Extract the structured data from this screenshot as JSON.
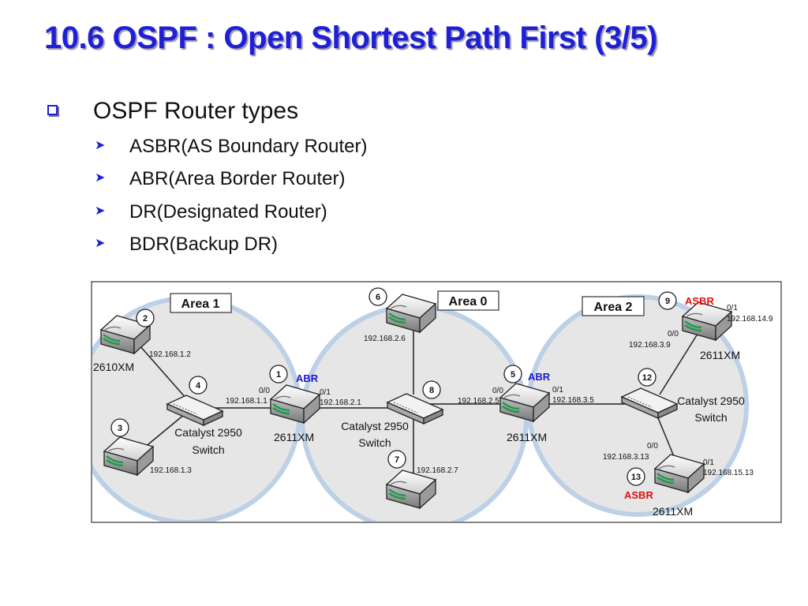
{
  "slide": {
    "title": "10.6 OSPF : Open Shortest Path First (3/5)",
    "bullet": "OSPF Router types",
    "sub_bullets": [
      "ASBR(AS Boundary Router)",
      "ABR(Area Border Router)",
      "DR(Designated Router)",
      "BDR(Backup DR)"
    ]
  },
  "diagram": {
    "areas": [
      "Area 1",
      "Area 0",
      "Area 2"
    ],
    "markers": [
      "1",
      "2",
      "3",
      "4",
      "5",
      "6",
      "7",
      "8",
      "9",
      "12",
      "13"
    ],
    "role_labels": {
      "abr": "ABR",
      "asbr": "ASBR"
    },
    "models": {
      "r2610": "2610XM",
      "r2611": "2611XM"
    },
    "switch_label": [
      "Catalyst 2950",
      "Switch"
    ],
    "ports": {
      "p00": "0/0",
      "p01": "0/1"
    },
    "ips": {
      "r2": "192.168.1.2",
      "r3": "192.168.1.3",
      "r1_00": "192.168.1.1",
      "r1_01": "192.168.2.1",
      "r6": "192.168.2.6",
      "r7": "192.168.2.7",
      "r5_00": "192.168.2.5",
      "r5_01": "192.168.3.5",
      "r9_00": "192.168.3.9",
      "r9_01": "192.168.14.9",
      "r13_00": "192.168.3.13",
      "r13_01": "192.168.15.13"
    },
    "colors": {
      "area_ring": "#bcd0e6",
      "area_fill": "#e6e6e6",
      "abr": "#1a1acc",
      "asbr": "#e01010",
      "title": "#1f1fd6"
    }
  }
}
